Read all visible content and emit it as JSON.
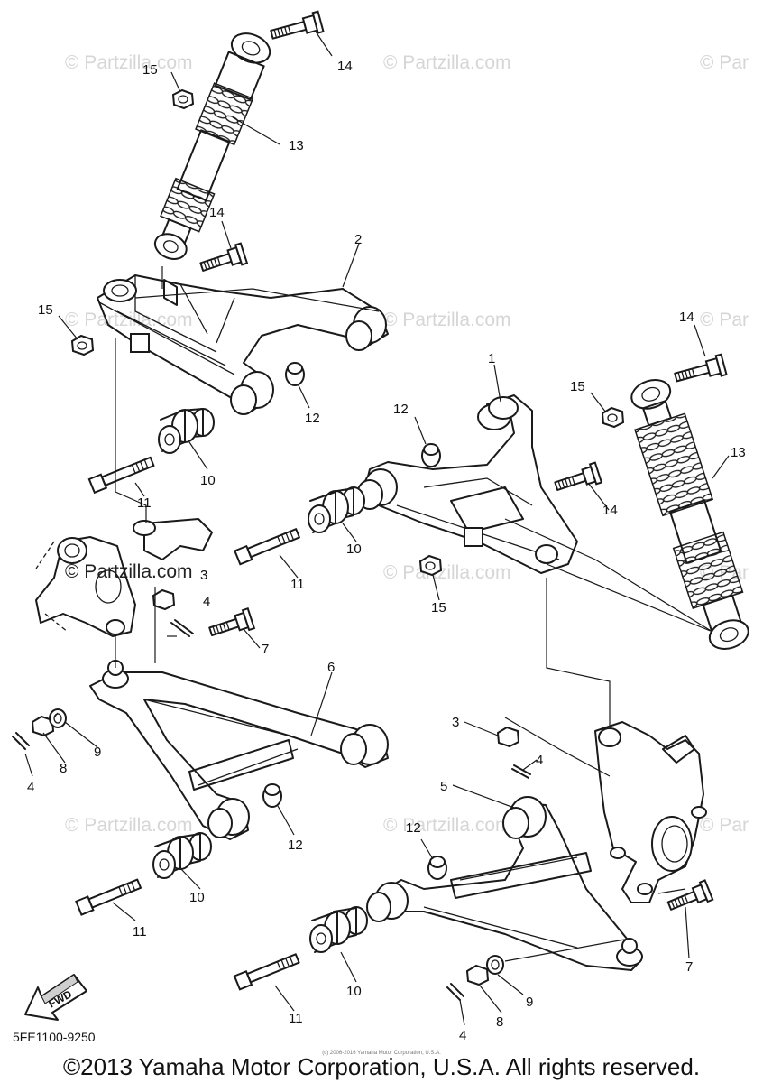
{
  "diagram": {
    "code": "5FE1100-9250",
    "fwd_label": "FWD",
    "copyright": "©2013 Yamaha Motor Corporation, U.S.A. All rights reserved.",
    "small_notice": "(c) 2006-2016 Yamaha Motor Corporation, U.S.A.",
    "watermark": "© Partzilla.com",
    "watermark_edge": "© Par",
    "watermark_prominent": "© Partzilla.com"
  },
  "callouts": {
    "c1": "1",
    "c2": "2",
    "c3a": "3",
    "c3b": "3",
    "c4a": "4",
    "c4b": "4",
    "c4c": "4",
    "c4d": "4",
    "c5": "5",
    "c6": "6",
    "c7a": "7",
    "c7b": "7",
    "c8a": "8",
    "c8b": "8",
    "c9a": "9",
    "c9b": "9",
    "c10a": "10",
    "c10b": "10",
    "c10c": "10",
    "c10d": "10",
    "c11a": "11",
    "c11b": "11",
    "c11c": "11",
    "c11d": "11",
    "c12a": "12",
    "c12b": "12",
    "c12c": "12",
    "c12d": "12",
    "c13a": "13",
    "c13b": "13",
    "c14a": "14",
    "c14b": "14",
    "c14c": "14",
    "c14d": "14",
    "c15a": "15",
    "c15b": "15",
    "c15c": "15",
    "c15d": "15"
  }
}
